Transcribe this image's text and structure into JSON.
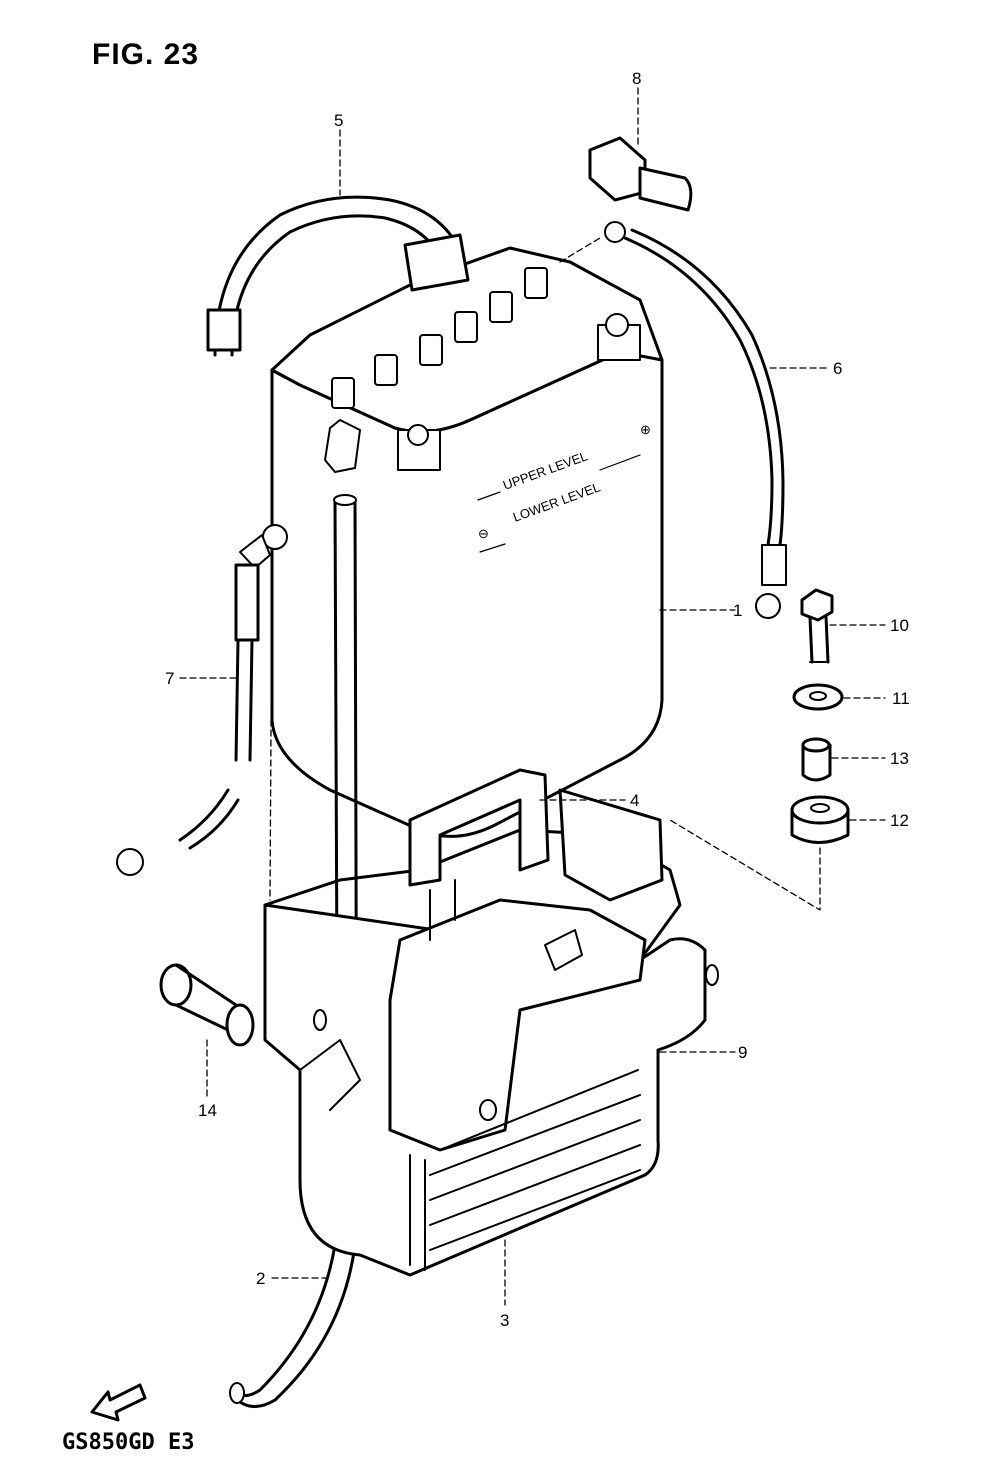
{
  "figure": {
    "title": "FIG. 23",
    "model_code": "GS850GD  E3",
    "fwd_label": "FWD"
  },
  "battery_markings": {
    "upper_level": "UPPER LEVEL",
    "lower_level": "LOWER LEVEL",
    "plus": "⊕",
    "minus": "⊖"
  },
  "callouts": [
    {
      "id": "1",
      "label": "1"
    },
    {
      "id": "2",
      "label": "2"
    },
    {
      "id": "3",
      "label": "3"
    },
    {
      "id": "4",
      "label": "4"
    },
    {
      "id": "5",
      "label": "5"
    },
    {
      "id": "6",
      "label": "6"
    },
    {
      "id": "7",
      "label": "7"
    },
    {
      "id": "8",
      "label": "8"
    },
    {
      "id": "9",
      "label": "9"
    },
    {
      "id": "10",
      "label": "10"
    },
    {
      "id": "11",
      "label": "11"
    },
    {
      "id": "12",
      "label": "12"
    },
    {
      "id": "13",
      "label": "13"
    },
    {
      "id": "14",
      "label": "14"
    }
  ]
}
